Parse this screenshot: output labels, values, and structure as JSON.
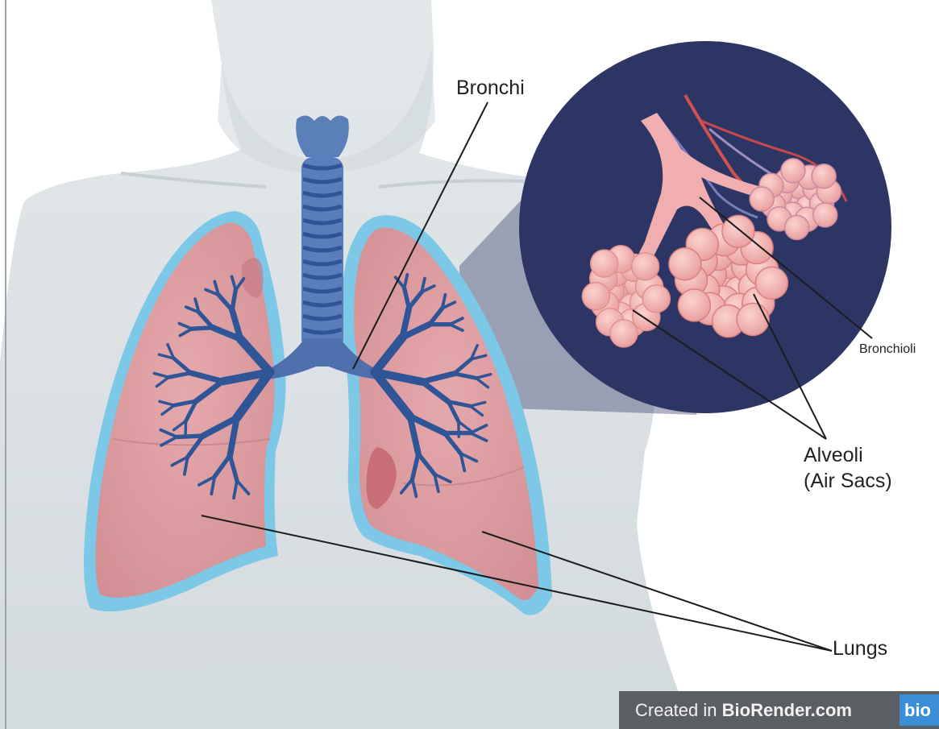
{
  "labels": {
    "bronchi": "Bronchi",
    "bronchioli": "Bronchioli",
    "alveoli": "Alveoli",
    "alveoli_sub": "(Air Sacs)",
    "lungs": "Lungs"
  },
  "credit": {
    "prefix": "Created in ",
    "brand": "BioRender.com",
    "logo_text": "bio"
  },
  "colors": {
    "body": "#dde3e6",
    "lung": "#dea0a4",
    "lung_outline": "#7cc8e6",
    "airway": "#3a5f99",
    "inset_bg": "#2d3565",
    "alveoli": "#f1b8b6"
  }
}
